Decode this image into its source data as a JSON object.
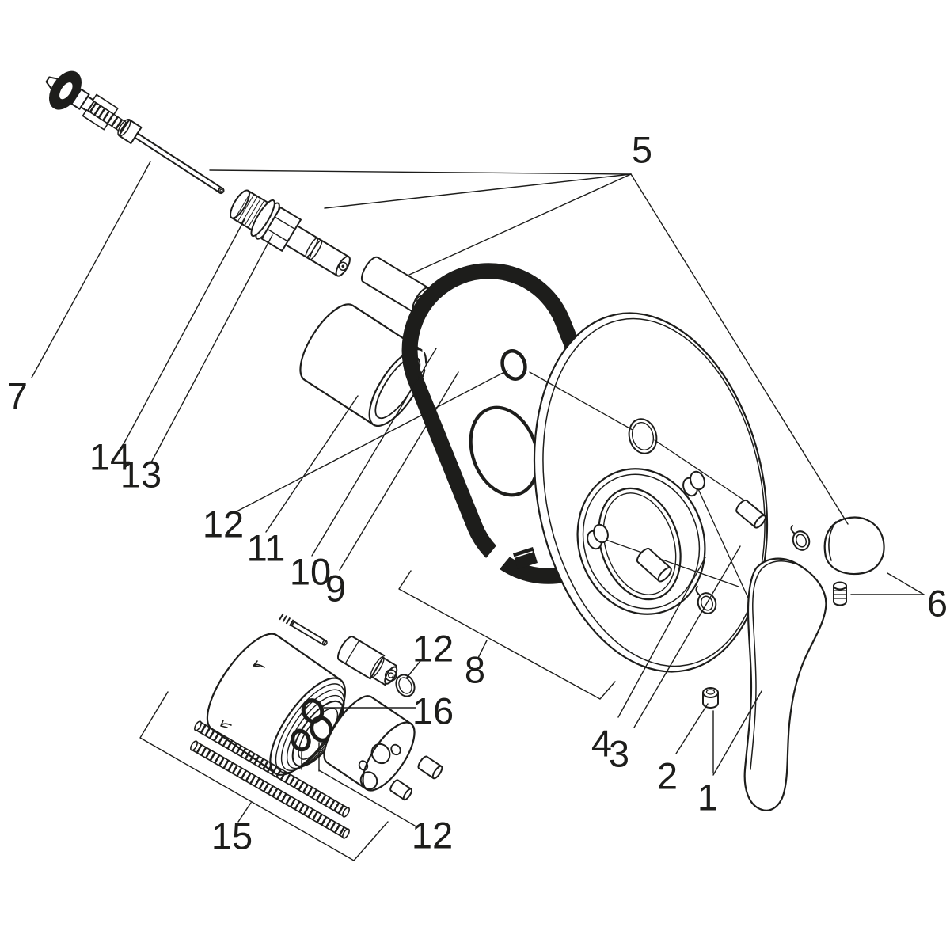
{
  "figure": {
    "type": "exploded-parts-diagram",
    "subject": "concealed single-lever mixer trim set",
    "line_color": "#1d1d1b",
    "background_color": "#ffffff"
  },
  "labels": {
    "part1": "1",
    "part2": "2",
    "part3": "3",
    "part4": "4",
    "part5": "5",
    "part6": "6",
    "part7": "7",
    "part8": "8",
    "part9": "9",
    "part10": "10",
    "part11": "11",
    "part12": "12",
    "part13": "13",
    "part14": "14",
    "part15": "15",
    "part16": "16"
  }
}
